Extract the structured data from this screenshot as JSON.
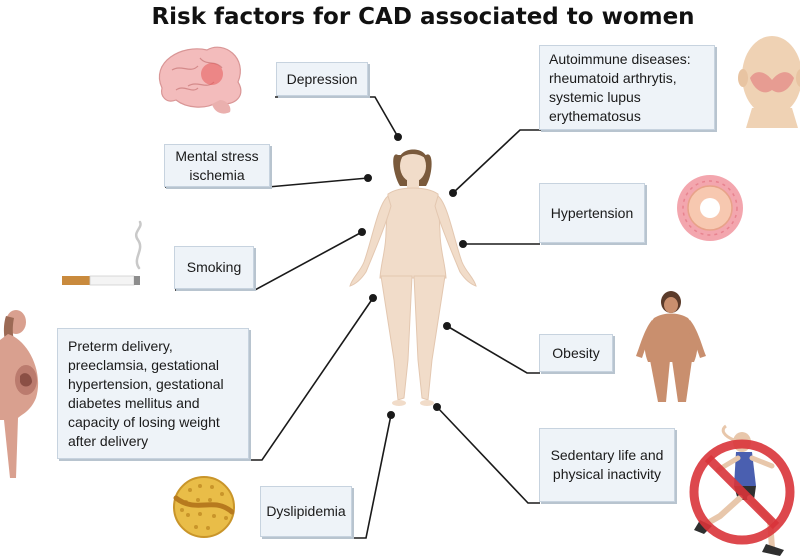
{
  "title": "Risk factors for CAD associated to women",
  "factors": {
    "depression": "Depression",
    "autoimmune": "Autoimmune diseases:\nrheumatoid arthrytis,\nsystemic lupus\nerythematosus",
    "mental_stress": "Mental stress\nischemia",
    "hypertension": "Hypertension",
    "smoking": "Smoking",
    "obesity": "Obesity",
    "pregnancy": "Preterm delivery,\npreeclamsia, gestational\nhypertension,  gestational\ndiabetes mellitus and\ncapacity of losing weight\nafter delivery",
    "sedentary": "Sedentary life and\nphysical inactivity",
    "dyslipidemia": "Dyslipidemia"
  },
  "colors": {
    "box_fill": "#eef3f8",
    "box_border": "#c7d3df",
    "line": "#1a1a1a",
    "skin": "#f1dcc9",
    "hair": "#7a5a3c",
    "prohibit": "#d9343a"
  },
  "icons": [
    "brain-icon",
    "head-rash-icon",
    "cigarette-icon",
    "donut-vessel-icon",
    "pregnant-woman-icon",
    "obese-woman-icon",
    "runner-prohibited-icon",
    "lipid-particle-icon",
    "woman-body-icon"
  ]
}
